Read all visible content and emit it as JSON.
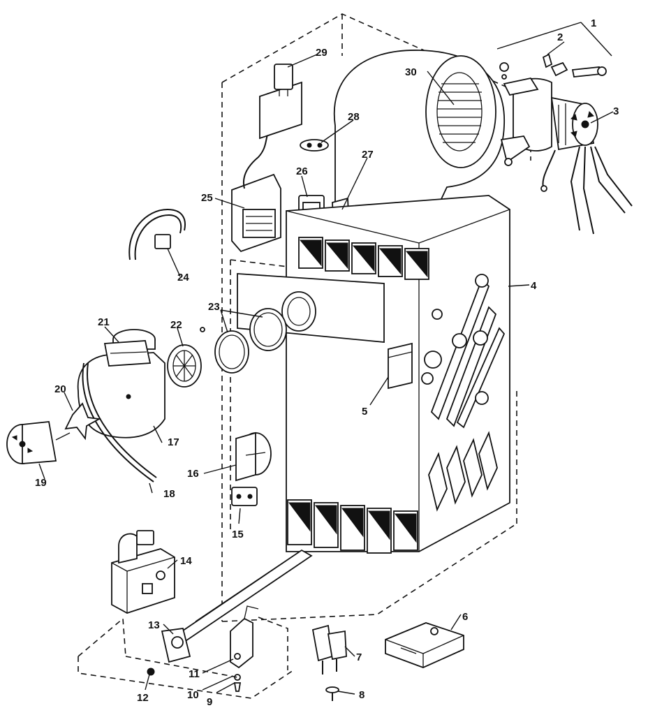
{
  "callouts": [
    "1",
    "2",
    "3",
    "4",
    "5",
    "6",
    "7",
    "8",
    "9",
    "10",
    "11",
    "12",
    "13",
    "14",
    "15",
    "16",
    "17",
    "18",
    "19",
    "20",
    "21",
    "22",
    "23",
    "24",
    "25",
    "26",
    "27",
    "28",
    "29",
    "30"
  ],
  "colors": {
    "ink": "#111111",
    "paper": "#ffffff"
  }
}
